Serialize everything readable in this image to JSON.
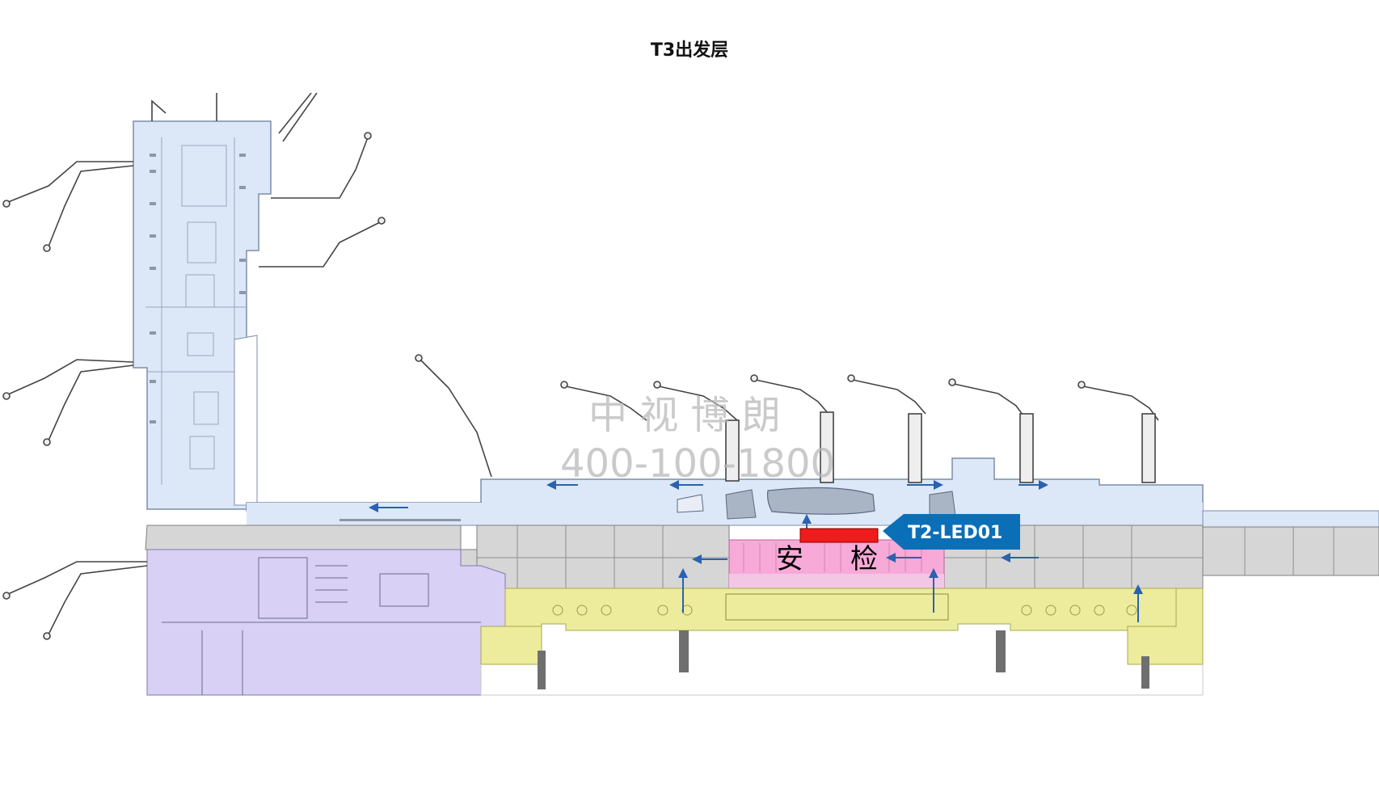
{
  "page": {
    "title": "T3出发层"
  },
  "zones": {
    "security_label_a": "安",
    "security_label_b": "检"
  },
  "callout": {
    "label": "T2-LED01",
    "color": "#0b6fb8",
    "marker_color": "#ee1c1c"
  },
  "watermark": {
    "line1": "中 视 博 朗",
    "line2": "400-100-1800"
  },
  "colors": {
    "departure_hall": "#dce8f8",
    "gate_area": "#cfd9ee",
    "office_gray": "#d6d6d6",
    "security_pink": "#f7a9d8",
    "arrival_yellow": "#ecec9c",
    "baggage_purple": "#d8d0f5",
    "flow_arrow": "#2a62b0"
  },
  "icons": {
    "flow_arrow": "flow-arrow-icon",
    "jet_bridge": "jet-bridge-icon"
  }
}
